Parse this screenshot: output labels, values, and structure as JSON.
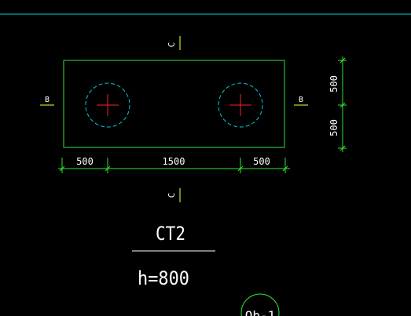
{
  "colors": {
    "background": "#000000",
    "top_line": "#00d0d0",
    "outline": "#2fe62f",
    "dimension": "#2fe62f",
    "pile_circle": "#00c8d2",
    "cross": "#ff2020",
    "text": "#ffffff",
    "section_mark": "#ffff33",
    "tag_circle": "#2fe62f"
  },
  "section_marks": {
    "top": "C",
    "bottom": "C",
    "left": "B",
    "right": "B"
  },
  "dimensions": {
    "horizontal": [
      "500",
      "1500",
      "500"
    ],
    "vertical": [
      "500",
      "500"
    ]
  },
  "cap": {
    "name": "CT2",
    "height_note": "h=800"
  },
  "tag_partial": "Qb-1"
}
